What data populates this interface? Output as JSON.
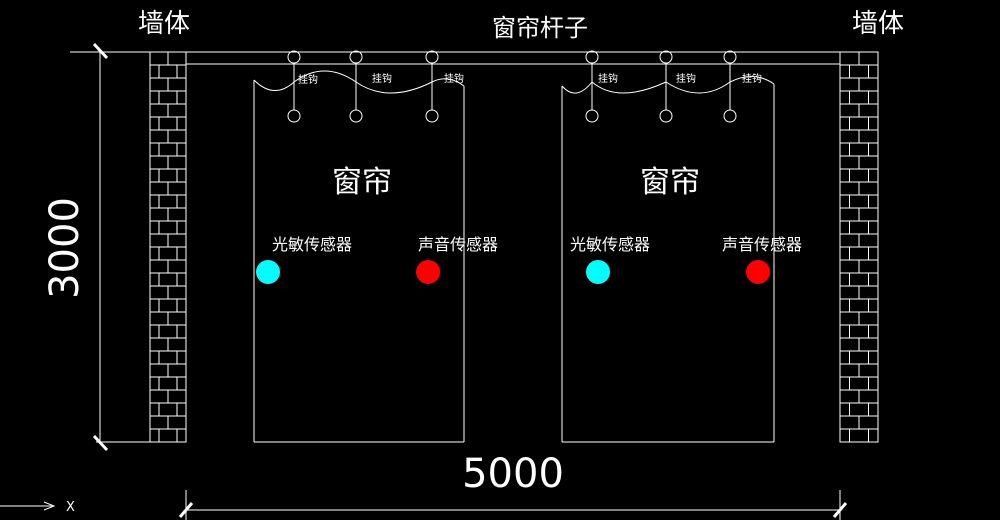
{
  "labels": {
    "wall_left": "墙体",
    "wall_right": "墙体",
    "rod": "窗帘杆子",
    "curtain_left": "窗帘",
    "curtain_right": "窗帘",
    "dim_height": "3000",
    "dim_width": "5000",
    "axis_x": "X"
  },
  "hooks": [
    "挂钩",
    "挂钩",
    "挂钩",
    "挂钩",
    "挂钩",
    "挂钩"
  ],
  "sensors": {
    "left_light": "光敏传感器",
    "left_sound": "声音传感器",
    "right_light": "光敏传感器",
    "right_sound": "声音传感器"
  },
  "colors": {
    "background": "#000000",
    "line": "#ffffff",
    "light_sensor": "#00ffff",
    "sound_sensor": "#ff0000"
  }
}
